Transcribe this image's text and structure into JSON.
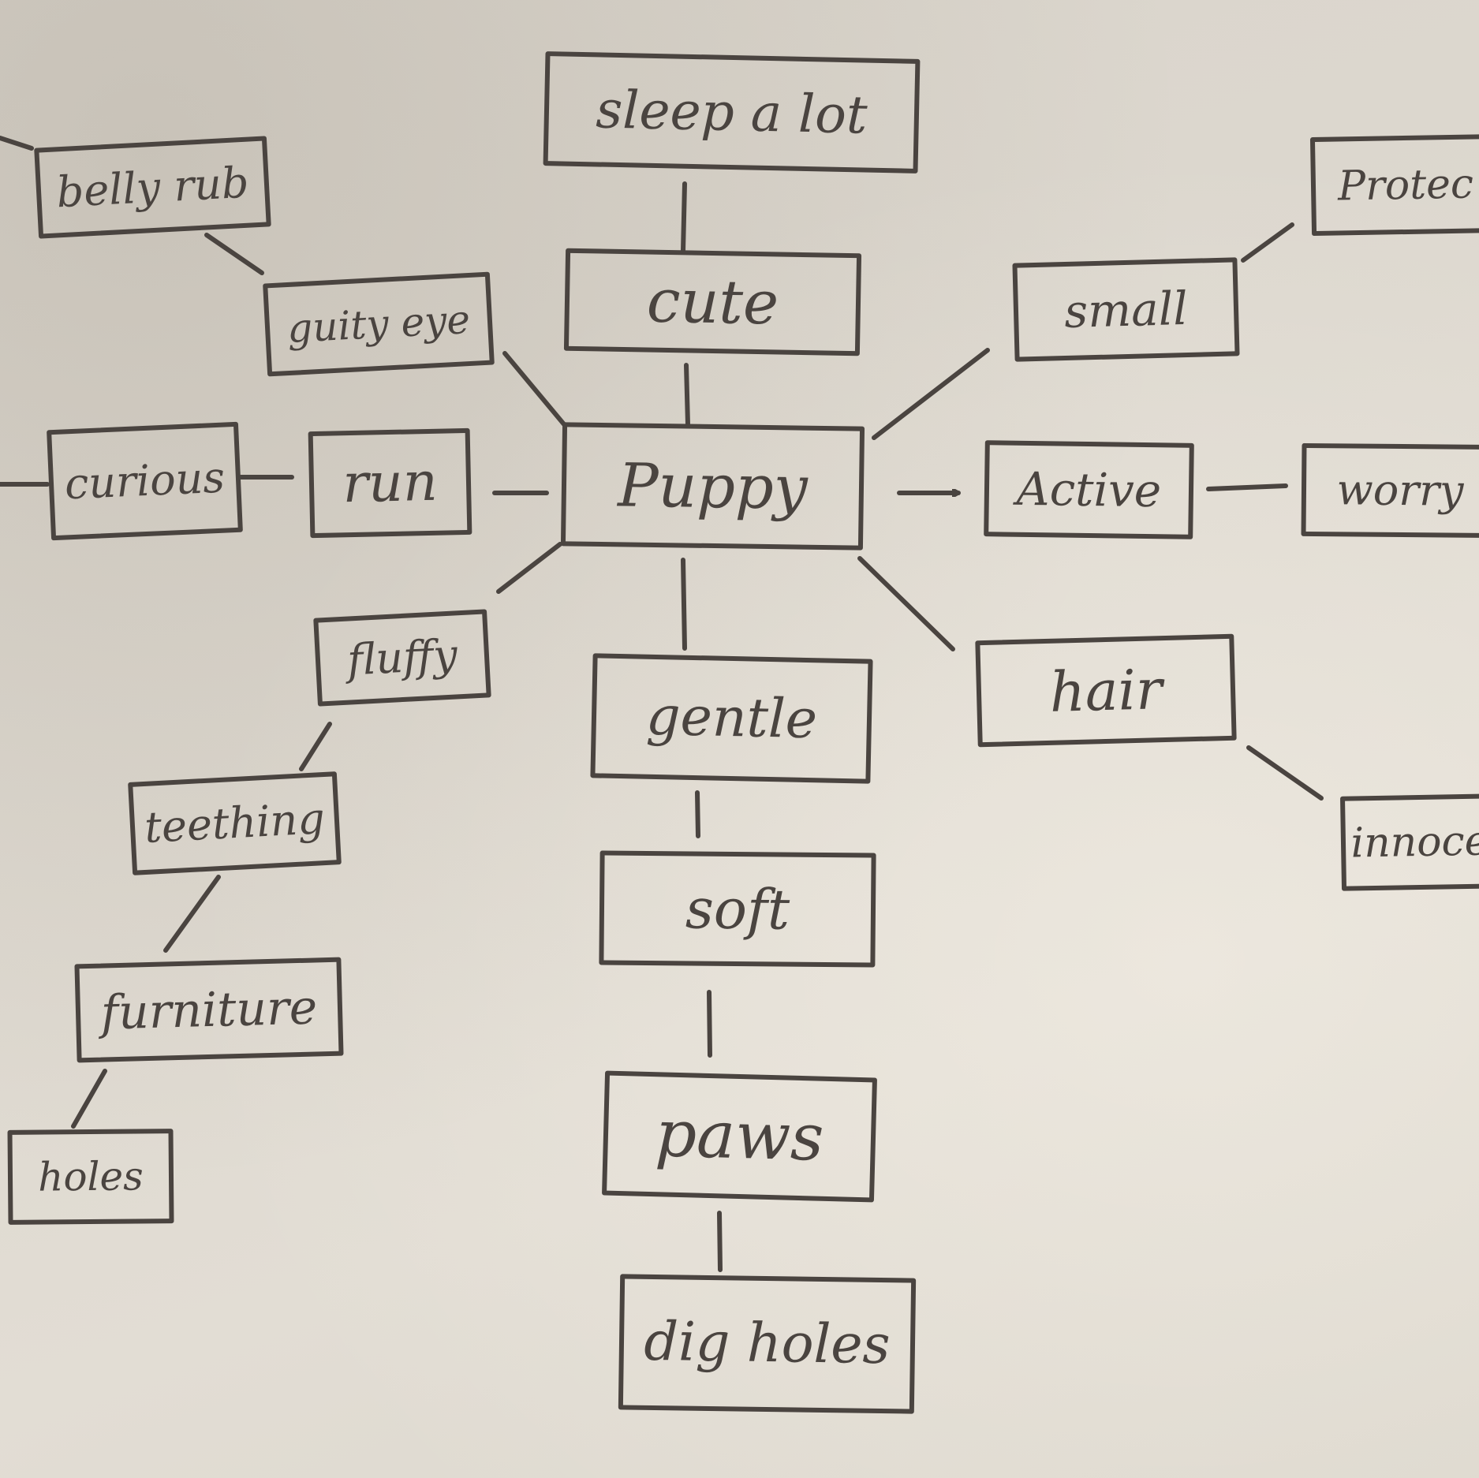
{
  "colors": {
    "ink": "#4a4440",
    "paper": "#ddd8cf"
  },
  "diagram": {
    "type": "mind-map",
    "center": "Puppy",
    "nodes": {
      "puppy": "Puppy",
      "sleep": "sleep a lot",
      "cute": "cute",
      "small": "small",
      "protect": "Protec",
      "active": "Active",
      "worry": "worry",
      "hair": "hair",
      "innocent": "innoce",
      "gentle": "gentle",
      "soft": "soft",
      "paws": "paws",
      "dig_holes": "dig holes",
      "run": "run",
      "curious": "curious",
      "guilty_eye": "guity eye",
      "belly_rub": "belly rub",
      "fluffy": "fluffy",
      "teething": "teething",
      "furniture": "furniture",
      "holes": "holes"
    }
  }
}
